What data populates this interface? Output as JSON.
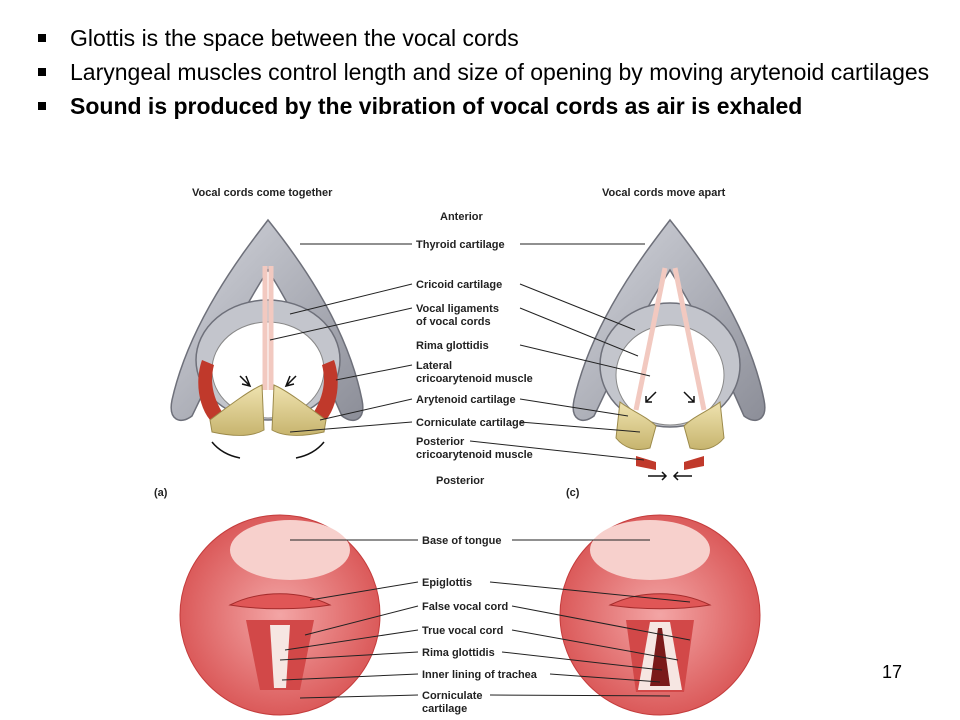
{
  "slide": {
    "bullets": [
      "Glottis is the space between the vocal cords",
      "Laryngeal muscles control length and size of opening by moving arytenoid cartilages",
      "Sound is produced by the vibration of vocal cords as air is exhaled"
    ],
    "page_number": "17"
  },
  "figure_top": {
    "title_left": "Vocal cords come together",
    "title_right": "Vocal cords move apart",
    "anterior": "Anterior",
    "posterior": "Posterior",
    "panel_a": "(a)",
    "panel_c": "(c)",
    "labels": {
      "thyroid": "Thyroid cartilage",
      "cricoid": "Cricoid cartilage",
      "vocal_lig_1": "Vocal ligaments",
      "vocal_lig_2": "of vocal cords",
      "rima": "Rima glottidis",
      "lateral_1": "Lateral",
      "lateral_2": "cricoarytenoid muscle",
      "arytenoid": "Arytenoid cartilage",
      "corniculate": "Corniculate cartilage",
      "posterior_1": "Posterior",
      "posterior_2": "cricoarytenoid muscle"
    }
  },
  "figure_bottom": {
    "labels": {
      "tongue": "Base of tongue",
      "epiglottis": "Epiglottis",
      "false_cord": "False vocal cord",
      "true_cord": "True vocal cord",
      "rima": "Rima glottidis",
      "trachea": "Inner lining of trachea",
      "corniculate_1": "Corniculate",
      "corniculate_2": "cartilage"
    }
  },
  "colors": {
    "cartilage": "#a9abb5",
    "arytenoid": "#d8c98a",
    "muscle": "#c0392b",
    "mucosa": "#e46a6a",
    "ligament": "#f2c9c0"
  }
}
